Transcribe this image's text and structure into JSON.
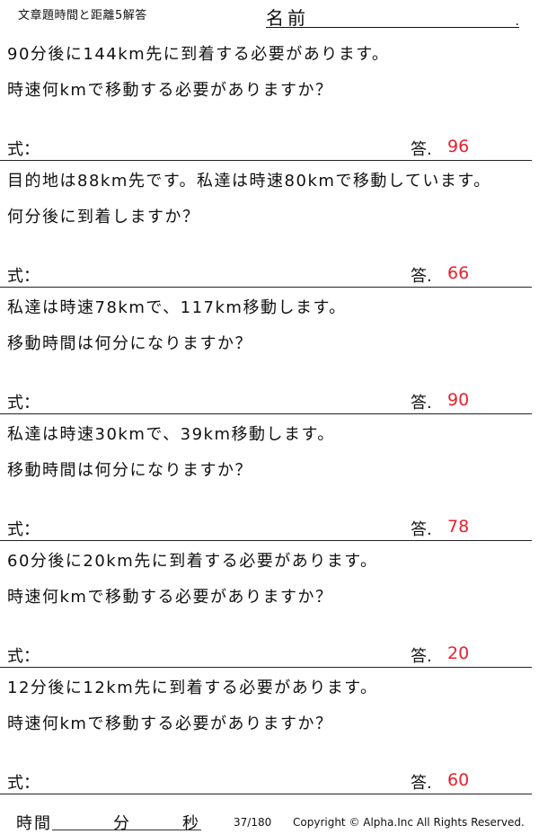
{
  "header": {
    "title": "文章題時間と距離5解答",
    "name_label": "名前",
    "name_dot": "."
  },
  "labels": {
    "formula": "式：",
    "answer": "答."
  },
  "problems": [
    {
      "line1": "90分後に144km先に到着する必要があります。",
      "line2": "時速何kmで移動する必要がありますか？",
      "answer": "96"
    },
    {
      "line1": "目的地は88km先です。私達は時速80kmで移動しています。",
      "line2": "何分後に到着しますか？",
      "answer": "66"
    },
    {
      "line1": "私達は時速78kmで、117km移動します。",
      "line2": "移動時間は何分になりますか？",
      "answer": "90"
    },
    {
      "line1": "私達は時速30kmで、39km移動します。",
      "line2": "移動時間は何分になりますか？",
      "answer": "78"
    },
    {
      "line1": "60分後に20km先に到着する必要があります。",
      "line2": "時速何kmで移動する必要がありますか？",
      "answer": "20"
    },
    {
      "line1": "12分後に12km先に到着する必要があります。",
      "line2": "時速何kmで移動する必要がありますか？",
      "answer": "60"
    }
  ],
  "footer": {
    "time_label": "時間",
    "minutes_label": "分",
    "seconds_label": "秒",
    "page": "37/180",
    "copyright": "Copyright ©  Alpha.Inc All Rights Reserved."
  },
  "colors": {
    "answer": "#e8222e"
  }
}
